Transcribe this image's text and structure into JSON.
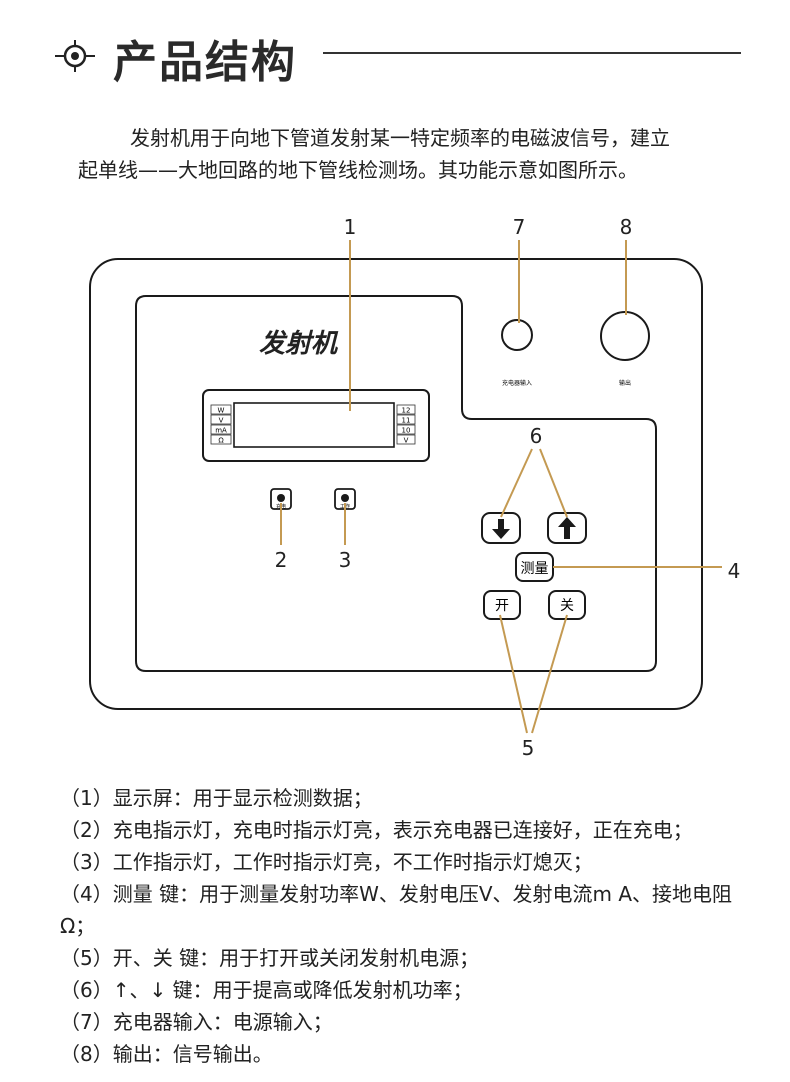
{
  "header": {
    "title": "产品结构",
    "icon": "crosshair-icon"
  },
  "intro": {
    "line1": "发射机用于向地下管道发射某一特定频率的电磁波信号，建立",
    "line2": "起单线——大地回路的地下管线检测场。其功能示意如图所示。"
  },
  "device": {
    "brand": "发射机",
    "left_units": [
      "W",
      "V",
      "mA",
      "Ω"
    ],
    "right_units": [
      "12",
      "11",
      "10",
      "V"
    ],
    "charge_label": "充电",
    "work_label": "工作",
    "charger_input_label": "充电器输入",
    "output_label": "输出",
    "measure_label": "测量",
    "on_label": "开",
    "off_label": "关"
  },
  "callouts": {
    "n1": "1",
    "n2": "2",
    "n3": "3",
    "n4": "4",
    "n5": "5",
    "n6": "6",
    "n7": "7",
    "n8": "8"
  },
  "descriptions": [
    "（1）显示屏：用于显示检测数据；",
    "（2）充电指示灯，充电时指示灯亮，表示充电器已连接好，正在充电；",
    "（3）工作指示灯，工作时指示灯亮，不工作时指示灯熄灭；",
    "（4）测量 键：用于测量发射功率W、发射电压V、发射电流m A、接地电阻Ω；",
    "（5）开、关 键：用于打开或关闭发射机电源；",
    "（6）↑、↓ 键：用于提高或降低发射机功率；",
    "（7）充电器输入：电源输入；",
    "（8）输出：信号输出。"
  ],
  "colors": {
    "leader": "#c49a52",
    "outline": "#1a1a1a"
  }
}
